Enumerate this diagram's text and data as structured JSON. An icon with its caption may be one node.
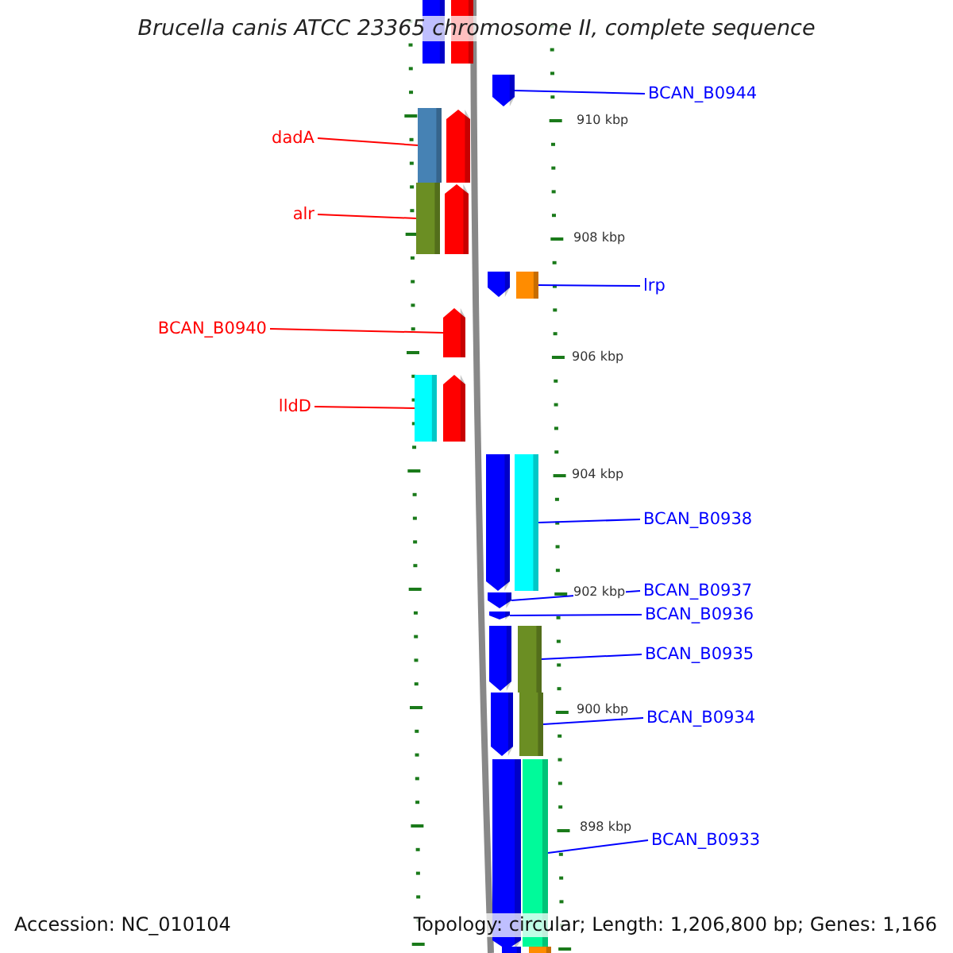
{
  "diagram": {
    "title": "Brucella canis ATCC 23365 chromosome II, complete sequence",
    "nodes": [
      {
        "text": [
          "BCAN_B0944"
        ]
      },
      {
        "text": [
          "dadA"
        ]
      },
      {
        "text": [
          "alr"
        ]
      },
      {
        "text": [
          "lrp"
        ]
      },
      {
        "text": [
          "BCAN_B0940"
        ]
      },
      {
        "text": [
          "lldD"
        ]
      },
      {
        "text": [
          "BCAN_B0938"
        ]
      },
      {
        "text": [
          "BCAN_B0937"
        ]
      },
      {
        "text": [
          "BCAN_B0936"
        ]
      },
      {
        "text": [
          "BCAN_B0935"
        ]
      },
      {
        "text": [
          "BCAN_B0934"
        ]
      },
      {
        "text": [
          "BCAN_B0933"
        ]
      },
      {
        "text": [],
        "shape": "bar"
      },
      {
        "text": [],
        "shape": "bar"
      },
      {
        "text": [],
        "shape": "bar"
      },
      {
        "text": [],
        "shape": "bar"
      },
      {
        "text": [],
        "shape": "bar"
      },
      {
        "text": [],
        "shape": "bar"
      },
      {
        "text": [],
        "shape": "bar"
      },
      {
        "text": [],
        "shape": "bar"
      },
      {
        "text": [],
        "shape": "bar"
      },
      {
        "text": [],
        "shape": "bar"
      },
      {
        "text": [],
        "shape": "bar"
      },
      {
        "text": [],
        "shape": "bar"
      }
    ],
    "edges": [
      {
        "from": 0,
        "to": 12,
        "arrow": "none"
      },
      {
        "from": 1,
        "to": 13,
        "arrow": "none",
        "color": "#ff0000"
      },
      {
        "from": 2,
        "to": 14,
        "arrow": "none",
        "color": "#ff0000"
      },
      {
        "from": 3,
        "to": 15,
        "arrow": "none"
      },
      {
        "from": 4,
        "to": 16,
        "arrow": "none",
        "color": "#ff0000"
      },
      {
        "from": 5,
        "to": 17,
        "arrow": "none",
        "color": "#ff0000"
      },
      {
        "from": 6,
        "to": 18,
        "arrow": "none"
      },
      {
        "from": 7,
        "to": 19,
        "arrow": "none"
      },
      {
        "from": 8,
        "to": 20,
        "arrow": "none"
      },
      {
        "from": 9,
        "to": 21,
        "arrow": "none"
      },
      {
        "from": 10,
        "to": 22,
        "arrow": "none"
      },
      {
        "from": 11,
        "to": 23,
        "arrow": "none"
      }
    ],
    "labels": [
      "910 kbp",
      "908 kbp",
      "906 kbp",
      "904 kbp",
      "902 kbp",
      "900 kbp",
      "898 kbp",
      "Accession: NC_010104",
      "Topology: circular; Length: 1,206,800 bp; Genes: 1,166"
    ]
  }
}
